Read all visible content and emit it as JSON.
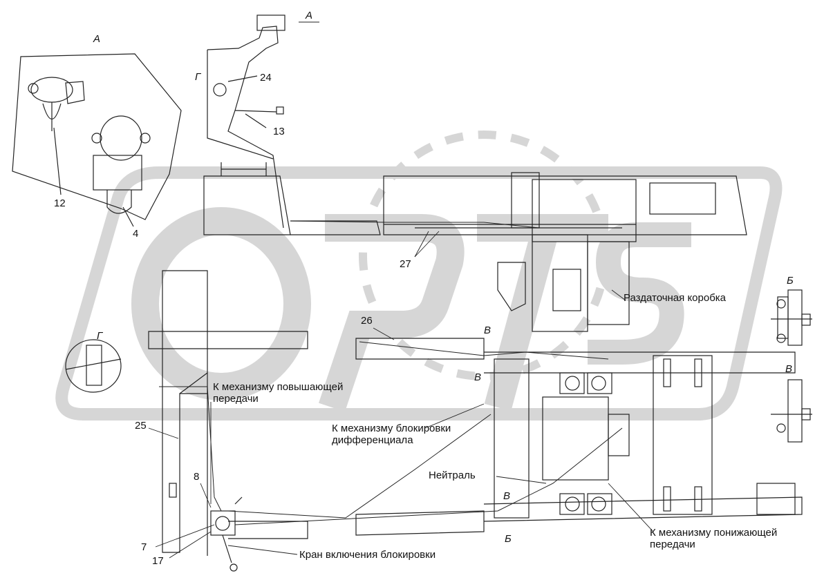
{
  "watermark": {
    "text": "OPTS",
    "color": "#c9c9c9"
  },
  "labels": {
    "view_a": "А",
    "view_a_arrow": "А",
    "view_g": "Г",
    "view_g_small": "Г",
    "view_b_right": "Б",
    "view_v_right": "В",
    "view_v_1": "В",
    "view_v_2": "В",
    "view_v_3": "В",
    "view_b_bottom": "Б",
    "n24": "24",
    "n13": "13",
    "n12": "12",
    "n4": "4",
    "n27": "27",
    "n26": "26",
    "n25": "25",
    "n8": "8",
    "n7": "7",
    "n17": "17",
    "transfer_case": "Раздаточная коробка",
    "to_overdrive": "К механизму повышающей\nпередачи",
    "to_diff_lock": "К механизму блокировки\nдифференциала",
    "neutral": "Нейтраль",
    "to_underdrive": "К механизму понижающей\nпередачи",
    "lock_valve": "Кран включения блокировки"
  }
}
